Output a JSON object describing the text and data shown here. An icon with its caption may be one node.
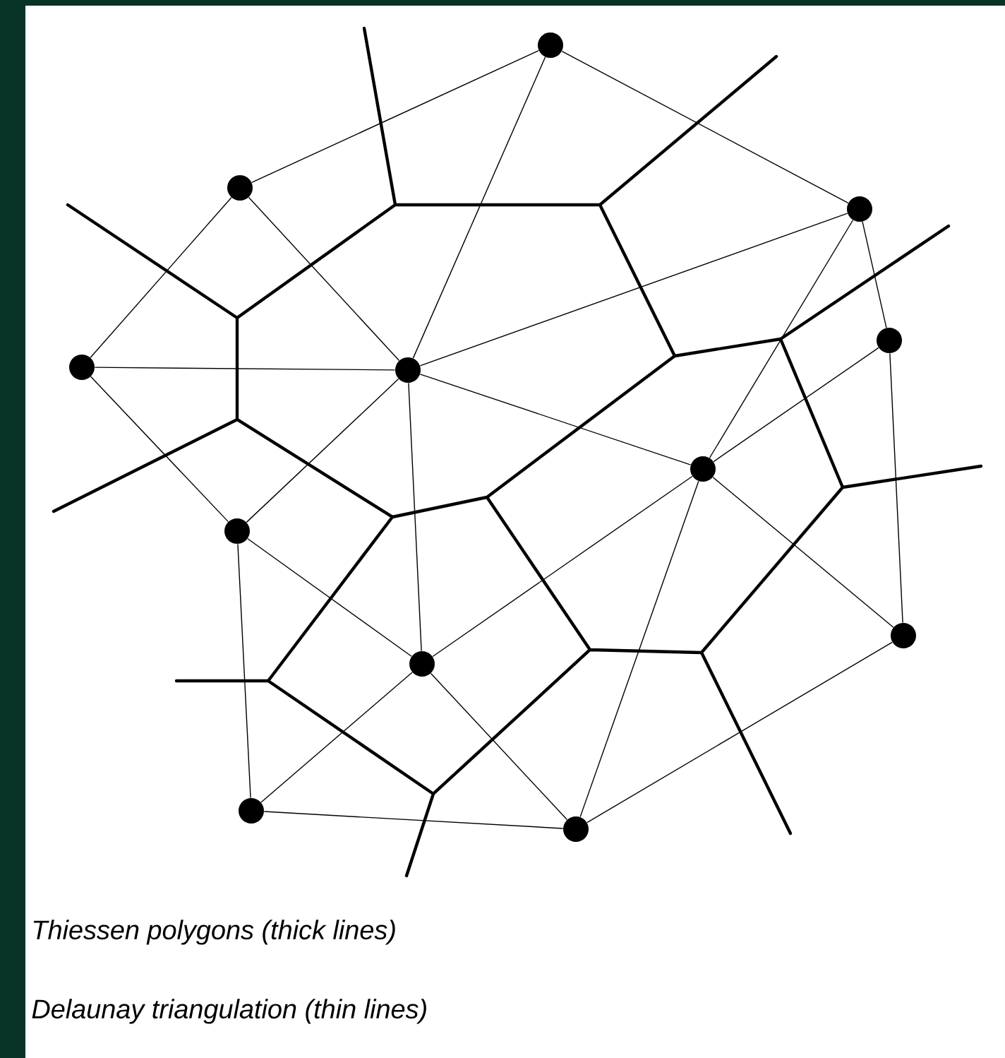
{
  "diagram": {
    "nodes": [
      {
        "text": [],
        "shape": "circle"
      },
      {
        "text": [],
        "shape": "circle"
      },
      {
        "text": [],
        "shape": "circle"
      },
      {
        "text": [],
        "shape": "circle"
      },
      {
        "text": [],
        "shape": "circle"
      },
      {
        "text": [],
        "shape": "circle"
      },
      {
        "text": [],
        "shape": "circle"
      },
      {
        "text": [],
        "shape": "circle"
      },
      {
        "text": [],
        "shape": "circle"
      },
      {
        "text": [],
        "shape": "circle"
      },
      {
        "text": [],
        "shape": "circle"
      },
      {
        "text": [],
        "shape": "circle"
      }
    ],
    "edges": [
      {
        "from": 0,
        "to": 1,
        "arrow": "none"
      },
      {
        "from": 0,
        "to": 5,
        "arrow": "none"
      },
      {
        "from": 0,
        "to": 2,
        "arrow": "none"
      },
      {
        "from": 1,
        "to": 4,
        "arrow": "none"
      },
      {
        "from": 1,
        "to": 5,
        "arrow": "none"
      },
      {
        "from": 4,
        "to": 5,
        "arrow": "none"
      },
      {
        "from": 5,
        "to": 2,
        "arrow": "none"
      },
      {
        "from": 5,
        "to": 6,
        "arrow": "none"
      },
      {
        "from": 2,
        "to": 3,
        "arrow": "none"
      },
      {
        "from": 2,
        "to": 6,
        "arrow": "none"
      },
      {
        "from": 3,
        "to": 6,
        "arrow": "none"
      },
      {
        "from": 3,
        "to": 9,
        "arrow": "none"
      },
      {
        "from": 6,
        "to": 9,
        "arrow": "none"
      },
      {
        "from": 4,
        "to": 7,
        "arrow": "none"
      },
      {
        "from": 5,
        "to": 7,
        "arrow": "none"
      },
      {
        "from": 5,
        "to": 8,
        "arrow": "none"
      },
      {
        "from": 7,
        "to": 8,
        "arrow": "none"
      },
      {
        "from": 7,
        "to": 10,
        "arrow": "none"
      },
      {
        "from": 6,
        "to": 8,
        "arrow": "none"
      },
      {
        "from": 6,
        "to": 11,
        "arrow": "none"
      },
      {
        "from": 8,
        "to": 10,
        "arrow": "none"
      },
      {
        "from": 8,
        "to": 11,
        "arrow": "none"
      },
      {
        "from": 10,
        "to": 11,
        "arrow": "none"
      },
      {
        "from": 11,
        "to": 9,
        "arrow": "none"
      }
    ],
    "labels": [
      "Thiessen polygons (thick lines)",
      "Delaunay triangulation (thin lines)"
    ]
  }
}
